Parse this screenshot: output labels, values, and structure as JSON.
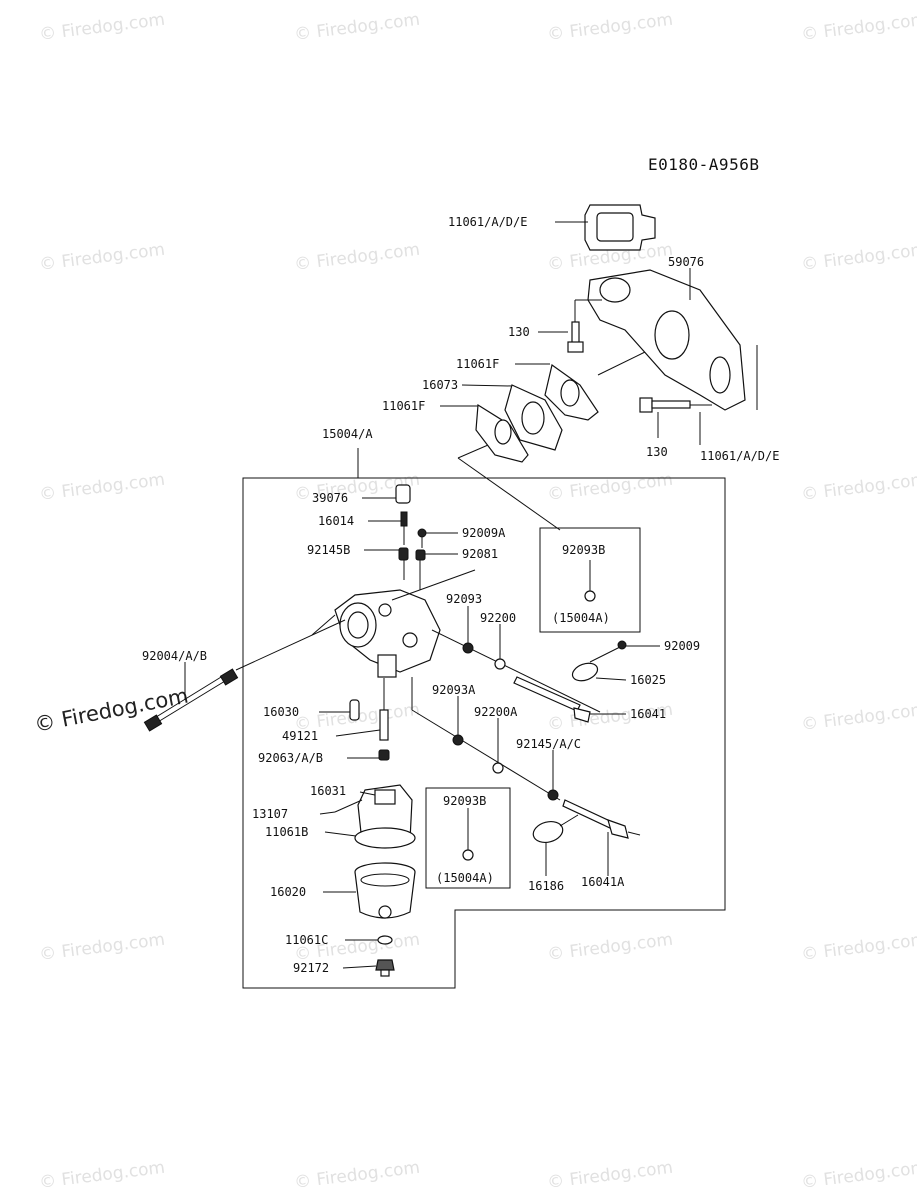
{
  "diagram_code": "E0180-A956B",
  "watermark": {
    "text": "© Firedog.com",
    "featured": "© Firedog.com"
  },
  "labels": {
    "gasket_top": "11061/A/D/E",
    "manifold": "59076",
    "bolt_short": "130",
    "gasket_f1": "11061F",
    "spacer": "16073",
    "gasket_f2": "11061F",
    "bolt_long": "130",
    "gasket_right": "11061/A/D/E",
    "carb_assy": "15004/A",
    "cap": "39076",
    "needle": "16014",
    "screw_a": "92009A",
    "spring_b": "92145B",
    "spring": "92081",
    "box1_part": "92093B",
    "box1_ref": "(15004A)",
    "seal": "92093",
    "washer": "92200",
    "screw": "92009",
    "throttle_plate": "16025",
    "throttle_shaft": "16041",
    "stud": "92004/A/B",
    "float_pin": "16030",
    "tube": "49121",
    "seal_a": "92093A",
    "washer_a": "92200A",
    "spring_abc": "92145/A/C",
    "jet": "92063/A/B",
    "float": "16031",
    "pin": "13107",
    "gasket_b": "11061B",
    "box2_part": "92093B",
    "box2_ref": "(15004A)",
    "choke_plate": "16186",
    "choke_shaft": "16041A",
    "bowl": "16020",
    "gasket_c": "11061C",
    "drain_screw": "92172"
  }
}
